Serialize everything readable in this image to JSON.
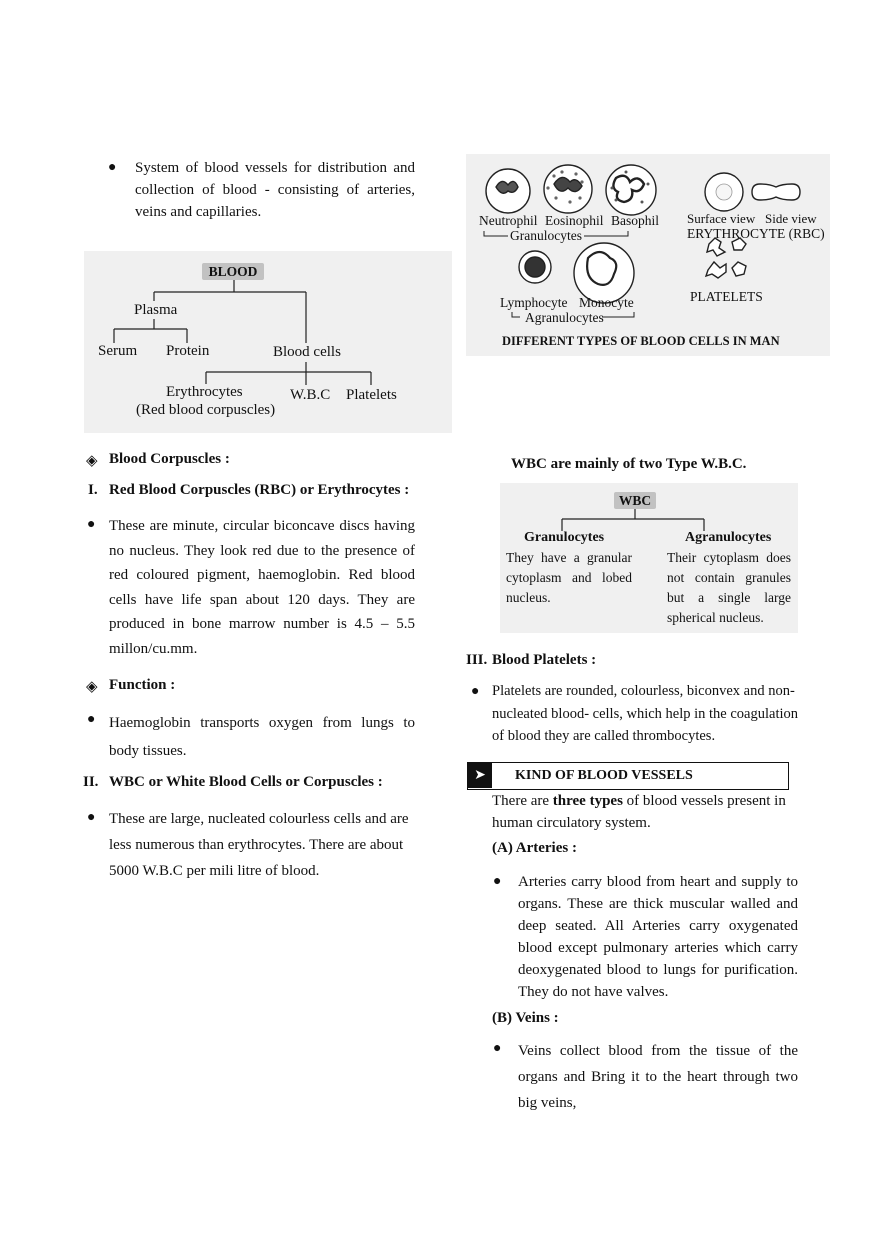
{
  "left": {
    "intro_bullet": "System of blood vessels for distribution and collection of blood - consisting of arteries, veins and capillaries.",
    "blood_tree": {
      "root": "BLOOD",
      "plasma": "Plasma",
      "serum": "Serum",
      "protein": "Protein",
      "blood_cells": "Blood cells",
      "erythrocytes": "Erythrocytes",
      "erythrocytes_note": "(Red blood corpuscles)",
      "wbc": "W.B.C",
      "platelets": "Platelets"
    },
    "blood_corpuscles_heading": "Blood Corpuscles :",
    "rbc_number": "I.",
    "rbc_heading": "Red Blood Corpuscles (RBC) or Erythrocytes :",
    "rbc_bullet": "These are minute, circular biconcave discs having no nucleus. They look red due to the presence of red coloured pigment, haemoglobin. Red blood cells have life span about 120 days. They are produced in bone marrow number is 4.5 – 5.5 millon/cu.mm.",
    "function_heading": "Function :",
    "function_bullet": "Haemoglobin transports oxygen from lungs to body tissues.",
    "wbc_number": "II.",
    "wbc_heading": "WBC or White Blood Cells or Corpuscles :",
    "wbc_bullet": "These are large, nucleated colourless cells and are less numerous than erythrocytes. There are about 5000 W.B.C per mili litre of blood."
  },
  "right": {
    "figure": {
      "neutrophil": "Neutrophil",
      "eosinophil": "Eosinophil",
      "basophil": "Basophil",
      "granulocytes": "Granulocytes",
      "surface_view": "Surface view",
      "side_view": "Side view",
      "erythrocyte": "ERYTHROCYTE (RBC)",
      "platelets": "PLATELETS",
      "lymphocyte": "Lymphocyte",
      "monocyte": "Monocyte",
      "agranulocytes": "Agranulocytes",
      "caption": "DIFFERENT TYPES OF BLOOD CELLS IN MAN"
    },
    "wbc_types_heading": "WBC are mainly of two Type W.B.C.",
    "wbc_tree": {
      "root": "WBC",
      "granulocytes": "Granulocytes",
      "granulocytes_desc": "They have a granular cytoplasm and lobed nucleus.",
      "agranulocytes": "Agranulocytes",
      "agranulocytes_desc": "Their cytoplasm does not contain granules but a single large spherical nucleus."
    },
    "platelets_number": "III.",
    "platelets_heading": "Blood Platelets :",
    "platelets_bullet": "Platelets are rounded, colourless, biconvex and non-nucleated blood- cells, which help in the coagulation of blood they are called thrombocytes.",
    "vessels_heading": "KIND OF BLOOD VESSELS",
    "vessels_intro_pre": "There are ",
    "vessels_intro_bold": "three types",
    "vessels_intro_post": " of blood vessels present in human circulatory system.",
    "arteries_heading": "(A) Arteries :",
    "arteries_bullet": "Arteries carry blood from heart and supply to organs. These are thick muscular walled and deep seated. All Arteries carry oxygenated blood except pulmonary arteries which carry deoxygenated blood to lungs for purification. They do not have valves.",
    "veins_heading": "(B) Veins :",
    "veins_bullet": "Veins collect blood from the tissue of the organs and Bring it to the heart through two big veins,"
  }
}
